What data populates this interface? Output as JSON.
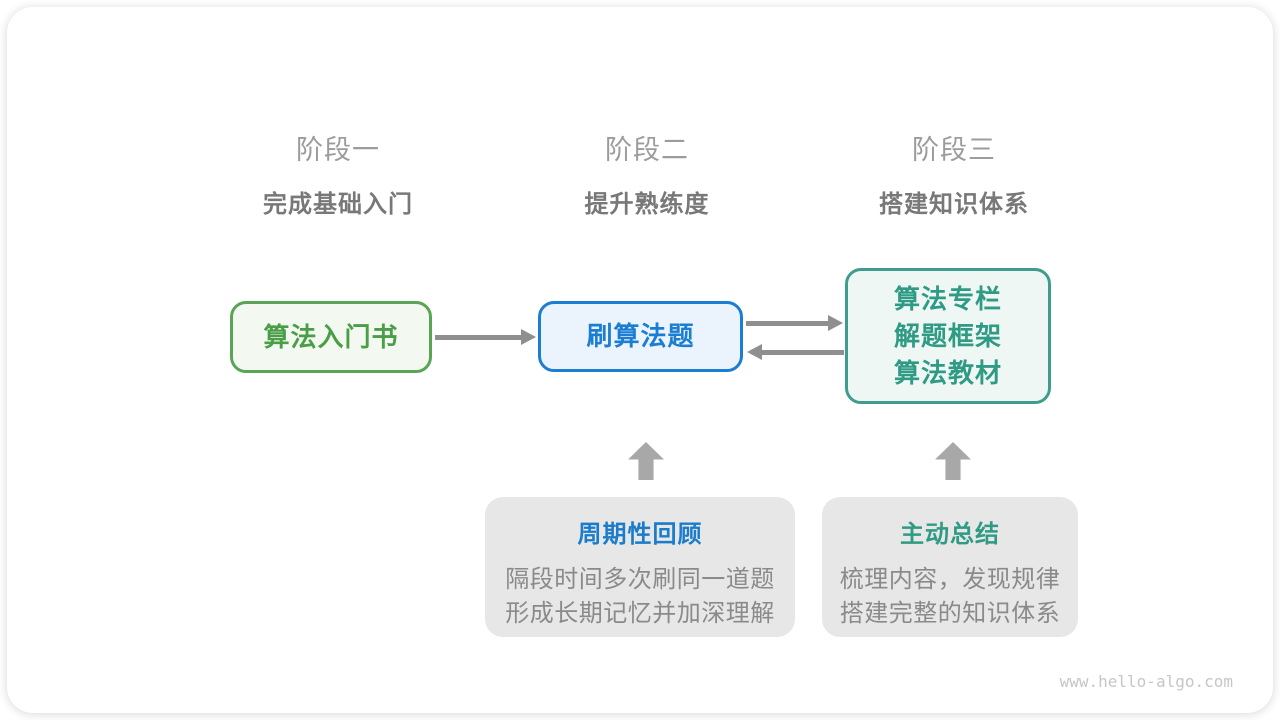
{
  "watermark": "www.hello-algo.com",
  "stages": [
    {
      "label": "阶段一",
      "subtitle": "完成基础入门"
    },
    {
      "label": "阶段二",
      "subtitle": "提升熟练度"
    },
    {
      "label": "阶段三",
      "subtitle": "搭建知识体系"
    }
  ],
  "nodes": {
    "intro_book": {
      "label": "算法入门书"
    },
    "practice": {
      "label": "刷算法题"
    },
    "resources": {
      "lines": [
        "算法专栏",
        "解题框架",
        "算法教材"
      ]
    }
  },
  "callouts": [
    {
      "title": "周期性回顾",
      "lines": [
        "隔段时间多次刷同一道题",
        "形成长期记忆并加深理解"
      ]
    },
    {
      "title": "主动总结",
      "lines": [
        "梳理内容，发现规律",
        "搭建完整的知识体系"
      ]
    }
  ],
  "colors": {
    "green_accent": "#4a9e48",
    "blue_accent": "#1b7ed3",
    "teal_accent": "#2f9b84",
    "arrow_gray": "#8f8f8f",
    "callout_bg": "#e7e7e7"
  }
}
